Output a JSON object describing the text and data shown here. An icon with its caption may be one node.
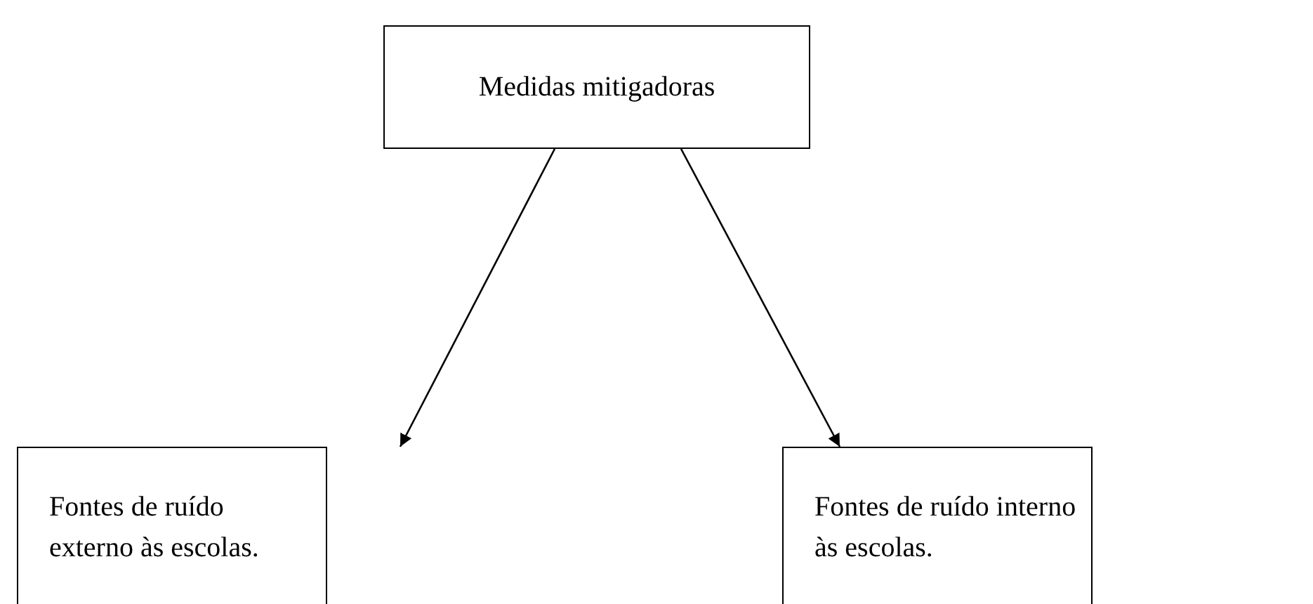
{
  "diagram": {
    "nodes": [
      {
        "text": [
          "Medidas mitigadoras"
        ]
      },
      {
        "text": [
          "Fontes de ruído externo às escolas."
        ]
      },
      {
        "text": [
          "Fontes de ruído interno às escolas."
        ]
      }
    ],
    "edges": [
      {
        "from": 0,
        "to": 1,
        "arrow": "to"
      },
      {
        "from": 0,
        "to": 2,
        "arrow": "to"
      }
    ]
  }
}
